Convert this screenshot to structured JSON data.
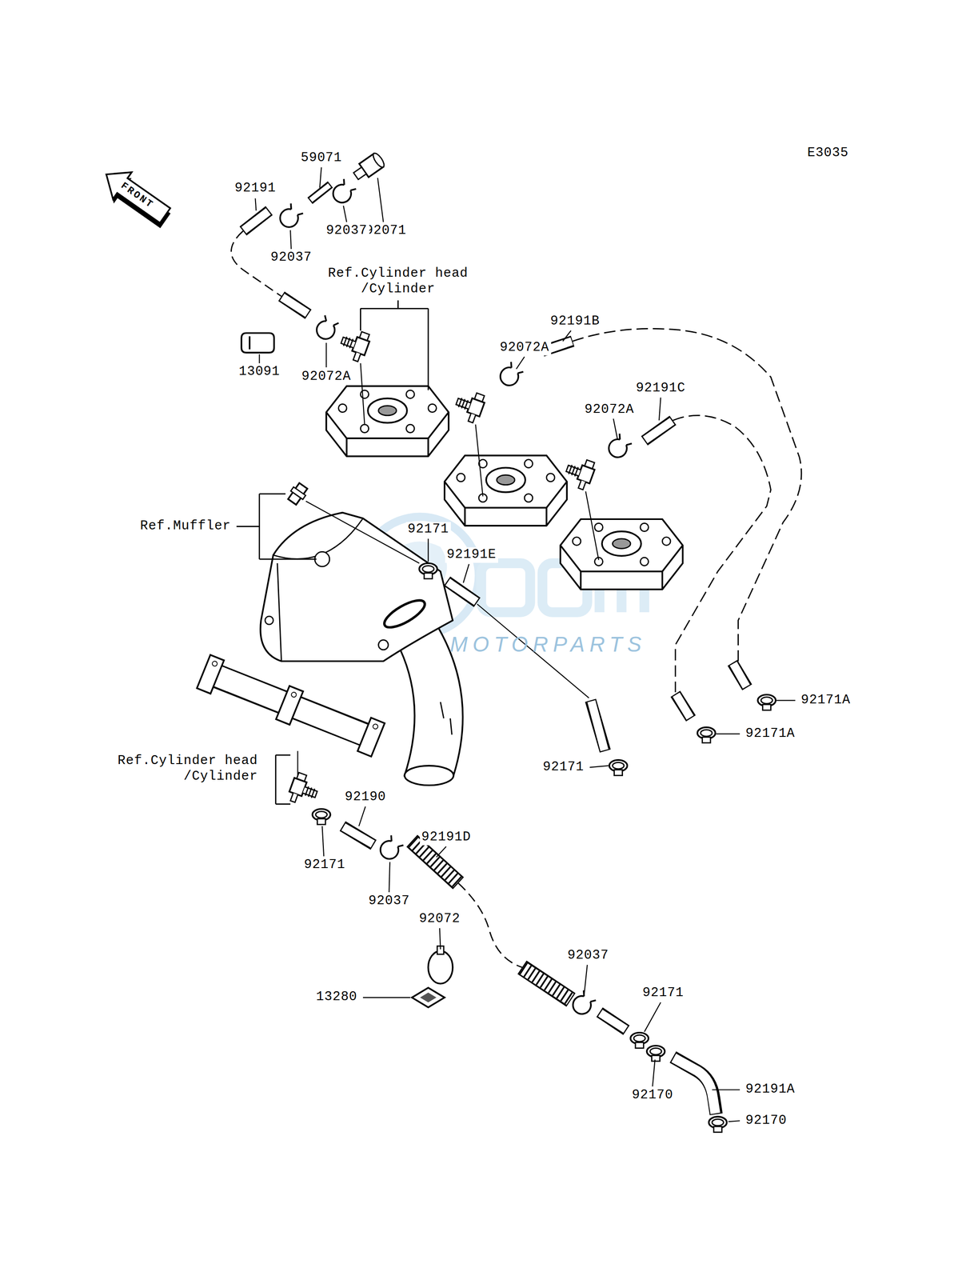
{
  "diagram": {
    "labels": [
      "E3035",
      "FRONT",
      "92191",
      "59071",
      "92071",
      "92037",
      "92037",
      "Ref.Cylinder head /Cylinder",
      "13091",
      "92072A",
      "92191B",
      "92072A",
      "92191C",
      "92072A",
      "Ref.Muffler",
      "92171",
      "92191E",
      "92171A",
      "92171A",
      "92171",
      "Ref.Cylinder head /Cylinder",
      "92190",
      "92191D",
      "92171",
      "92037",
      "92072",
      "13280",
      "92037",
      "92171",
      "92191A",
      "92170",
      "92170",
      "MOTORPARTS"
    ]
  }
}
